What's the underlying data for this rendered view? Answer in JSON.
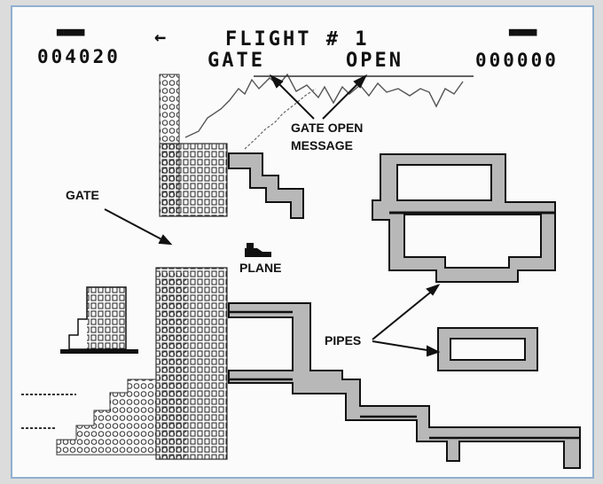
{
  "hud": {
    "player1": {
      "lives": "▀▀▀▀",
      "score": "004020"
    },
    "player2": {
      "lives": "▀▀▀▀",
      "score": "000000"
    },
    "arrow": "←",
    "flight": "FLIGHT # 1",
    "gate_message_left": "GATE",
    "gate_message_right": "OPEN"
  },
  "annotations": {
    "gate_open_message": "GATE OPEN",
    "gate_open_message_2": "MESSAGE",
    "gate": "GATE",
    "plane": "PLANE",
    "pipes": "PIPES"
  },
  "colors": {
    "pipe_fill": "#b8b8b8",
    "pipe_shadow": "#222222",
    "outline": "#111111"
  }
}
